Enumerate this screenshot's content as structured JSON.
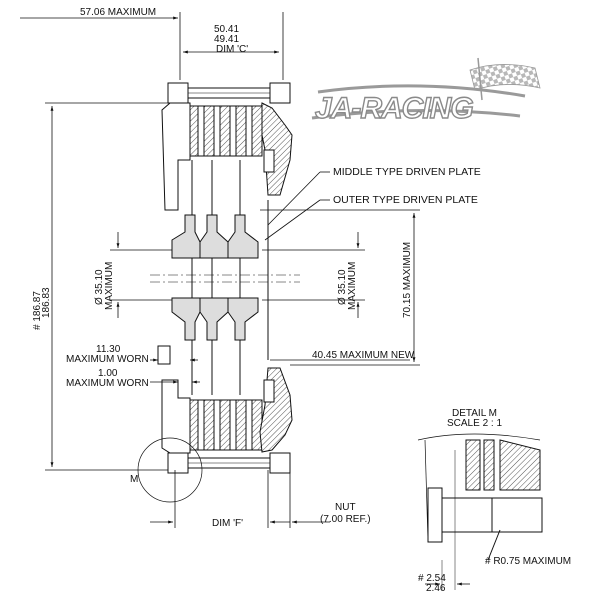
{
  "logo": {
    "text": "JA-RACING"
  },
  "dimensions": {
    "overall_width": "57.06 MAXIMUM",
    "dim_c_line1": "50.41",
    "dim_c_line2": "49.41",
    "dim_c_label": "DIM 'C'",
    "overall_height": "# 186.87",
    "overall_height2": "186.83",
    "bore_left_1": "Ø 35.10",
    "bore_left_2": "MAXIMUM",
    "bore_right_1": "Ø 35.10",
    "bore_right_2": "MAXIMUM",
    "height_right_1": "70.15 MAXIMUM",
    "worn1_line1": "11.30",
    "worn1_line2": "MAXIMUM WORN",
    "worn2_line1": "1.00",
    "worn2_line2": "MAXIMUM WORN",
    "new_dim": "40.45 MAXIMUM NEW",
    "dim_f": "DIM 'F'",
    "nut_line1": "NUT",
    "nut_line2": "(7.00 REF.)",
    "detail_marker": "M"
  },
  "callouts": {
    "middle_plate": "MIDDLE TYPE DRIVEN PLATE",
    "outer_plate": "OUTER TYPE DRIVEN PLATE"
  },
  "detail": {
    "title": "DETAIL M",
    "scale": "SCALE 2 : 1",
    "radius": "# R0.75 MAXIMUM",
    "thick_1": "# 2.54",
    "thick_2": "2.46"
  }
}
